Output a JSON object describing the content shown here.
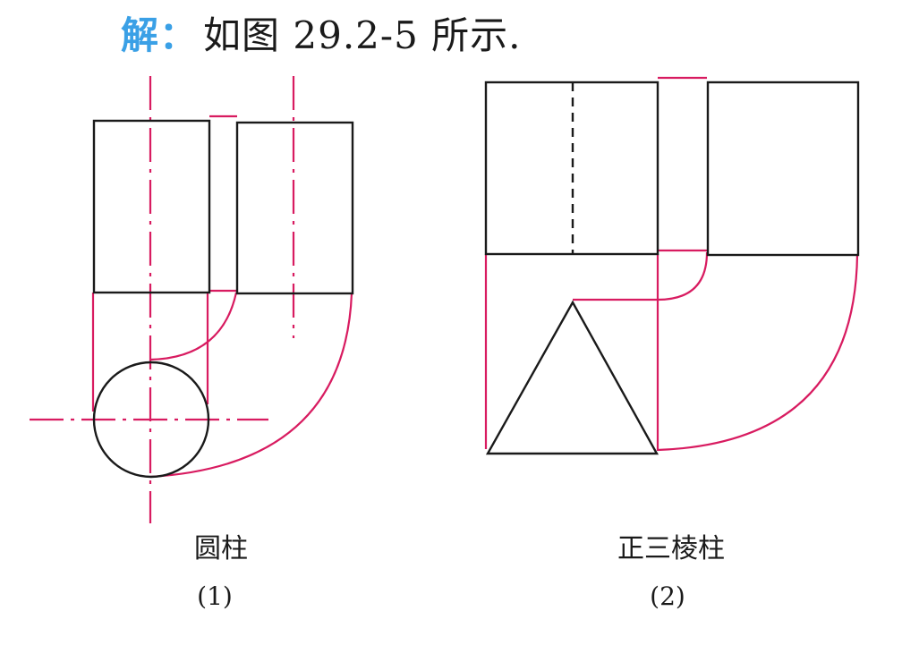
{
  "heading": {
    "label": "解",
    "colon": "：",
    "text": "如图 29.2-5 所示."
  },
  "colors": {
    "label_blue": "#3aa0e6",
    "construction_pink": "#d81b60",
    "outline_black": "#1a1a1a"
  },
  "figures": [
    {
      "id": "1",
      "caption": "圆柱",
      "number": "(1)",
      "solid": "cylinder",
      "views": [
        "front-view rectangle",
        "side-view rectangle",
        "top-view circle"
      ]
    },
    {
      "id": "2",
      "caption": "正三棱柱",
      "number": "(2)",
      "solid": "regular triangular prism",
      "views": [
        "front-view rectangle with hidden edge",
        "side-view rectangle",
        "top-view triangle"
      ]
    }
  ]
}
